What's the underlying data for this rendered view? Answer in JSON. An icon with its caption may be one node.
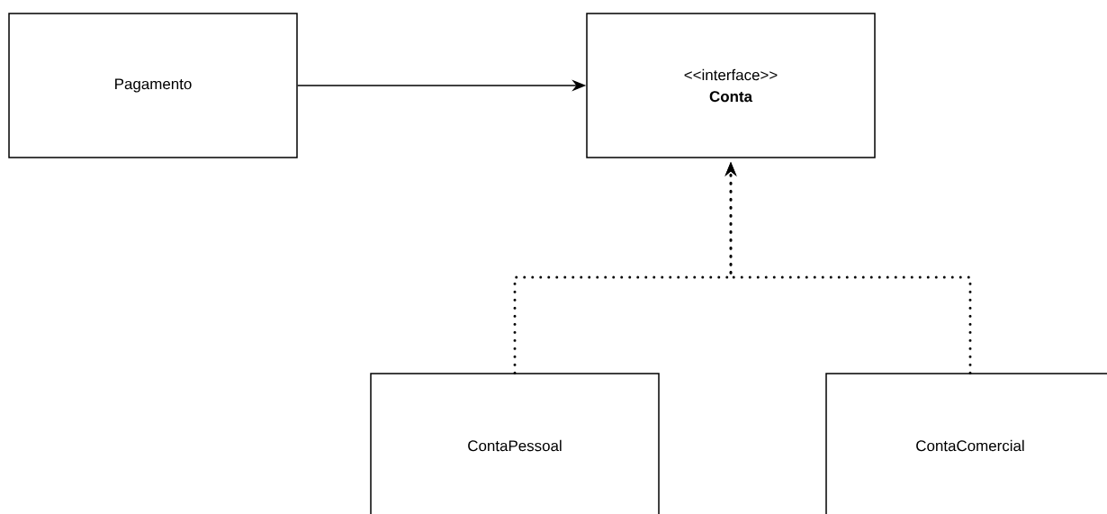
{
  "diagram": {
    "nodes": [
      {
        "text": [
          "Pagamento"
        ]
      },
      {
        "text": [
          "<<interface>>",
          "Conta"
        ]
      },
      {
        "text": [
          "ContaPessoal"
        ]
      },
      {
        "text": [
          "ContaComercial"
        ]
      }
    ],
    "edges": [
      {
        "from": 0,
        "to": 1,
        "arrow": "to"
      },
      {
        "from": 2,
        "to": 1,
        "arrow": "to",
        "style": "dashed"
      },
      {
        "from": 3,
        "to": 1,
        "arrow": "to",
        "style": "dashed"
      }
    ]
  }
}
